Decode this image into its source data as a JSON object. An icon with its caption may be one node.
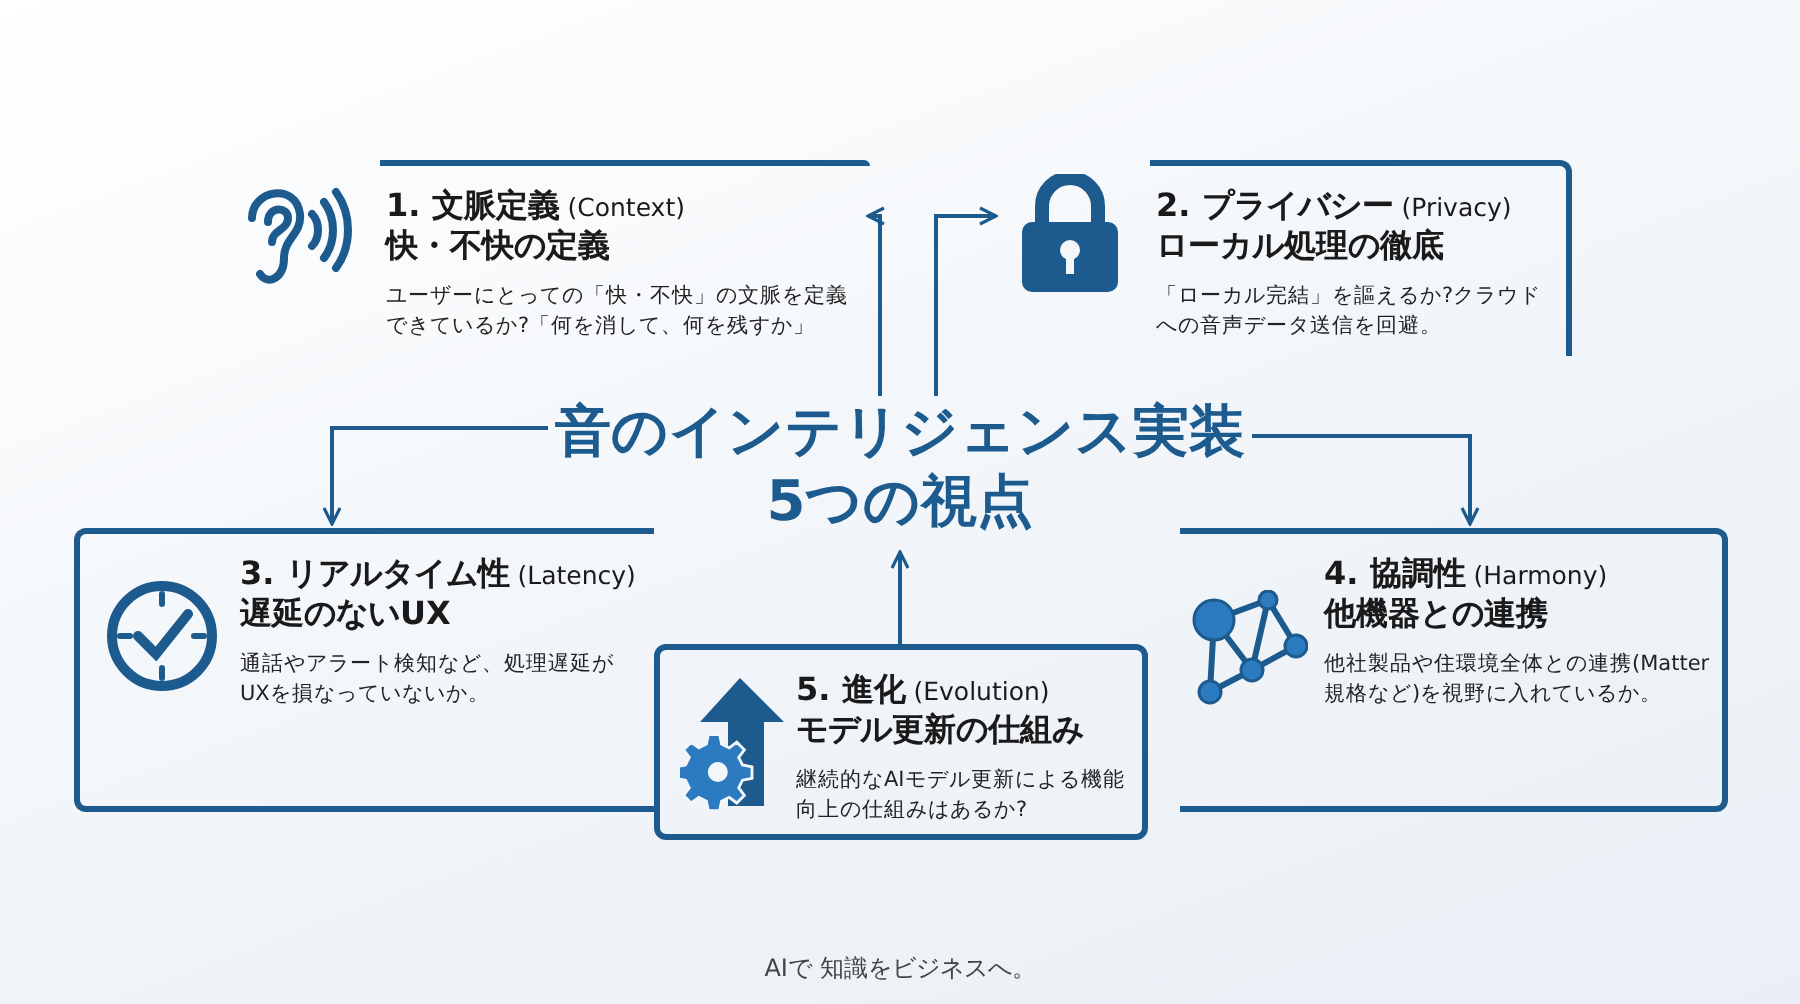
{
  "diagram": {
    "nodes": [
      {
        "text": [
          "**1. 文脈定義** (Context)",
          "快・不快の定義",
          "ユーザーにとっての「快・不快」の文脈を定義できているか?「何を消して、何を残すか」"
        ]
      },
      {
        "text": [
          "**2. プライバシー** (Privacy)",
          "ローカル処理の徹底",
          "「ローカル完結」を謳えるか?クラウドへの音声データ送信を回避。"
        ]
      },
      {
        "text": [
          "音のインテリジェンス実装5つの視点"
        ]
      },
      {
        "text": [
          "**3. リアルタイム性** (Latency)",
          "遅延のないUX",
          "通話やアラート検知など、処理遅延がUXを損なっていないか。"
        ]
      },
      {
        "text": [
          "**4. 協調性** (Harmony)",
          "他機器との連携",
          "他社製品や住環境全体との連携(Matter規格など)を視野に入れているか。"
        ]
      },
      {
        "text": [
          "**5. 進化** (Evolution)",
          "モデル更新の仕組み",
          "継続的なAIモデル更新による機能向上の仕組みはあるか?"
        ]
      }
    ],
    "edges": [
      {
        "from": 2,
        "to": 0,
        "arrow": "to"
      },
      {
        "from": 2,
        "to": 1,
        "arrow": "to"
      },
      {
        "from": 2,
        "to": 3,
        "arrow": "to"
      },
      {
        "from": 2,
        "to": 4,
        "arrow": "to"
      },
      {
        "from": 5,
        "to": 2,
        "arrow": "to"
      }
    ],
    "labels": [
      "AIで 知識をビジネスへ。"
    ]
  }
}
